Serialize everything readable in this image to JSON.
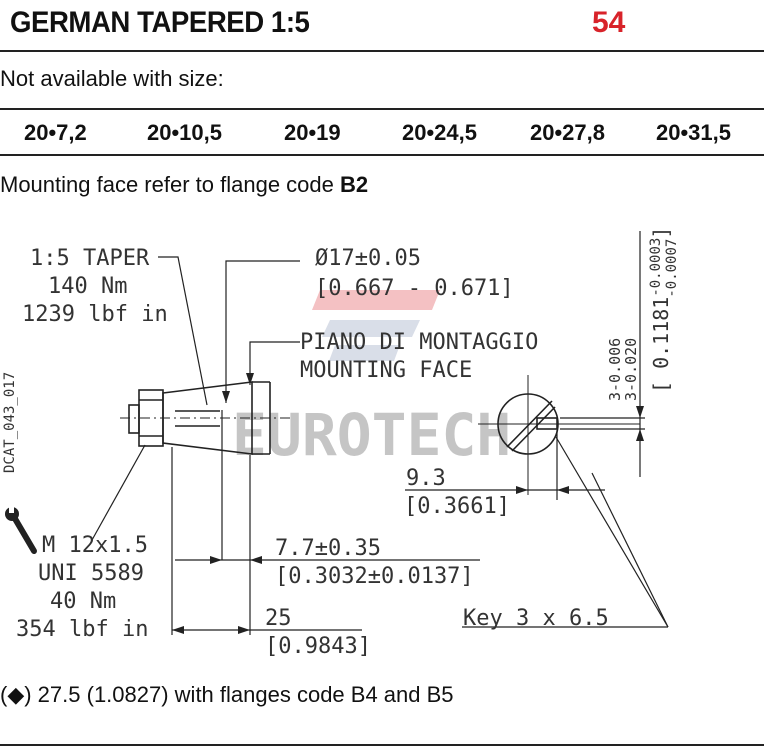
{
  "header": {
    "title": "GERMAN TAPERED 1:5",
    "code": "54",
    "code_color": "#d8232a"
  },
  "not_available": {
    "label": "Not available with size:",
    "sizes": [
      "20•7,2",
      "20•10,5",
      "20•19",
      "20•24,5",
      "20•27,8",
      "20•31,5"
    ]
  },
  "mounting": {
    "text": "Mounting face refer to flange code ",
    "code": "B2"
  },
  "drawing": {
    "taper": [
      "1:5 TAPER",
      "140 Nm",
      "1239 lbf in"
    ],
    "diameter": [
      "Ø17±0.05",
      "[0.667 - 0.671]"
    ],
    "mounting_face": [
      "PIANO DI MONTAGGIO",
      "MOUNTING FACE"
    ],
    "drawing_id": "DCAT_043_017",
    "thread": [
      "M 12x1.5",
      "UNI 5589",
      "40 Nm",
      "354 lbf in"
    ],
    "dim_7_7": [
      "7.7±0.35",
      "[0.3032±0.0137]"
    ],
    "dim_25": [
      "25",
      "[0.9843]"
    ],
    "dim_9_3": [
      "9.3",
      "[0.3661]"
    ],
    "key": "Key 3 x 6.5",
    "key_tol": [
      "3-0.006",
      "3-0.020"
    ],
    "key_width_in": "[0.1181-0.0003/-0.0007]",
    "key_width_in_parts": [
      "[ 0.1181",
      "-0.0003",
      "-0.0007",
      "]"
    ],
    "logo": "EUROTECH"
  },
  "note": "(◆) 27.5 (1.0827) with flanges code B4 and B5"
}
